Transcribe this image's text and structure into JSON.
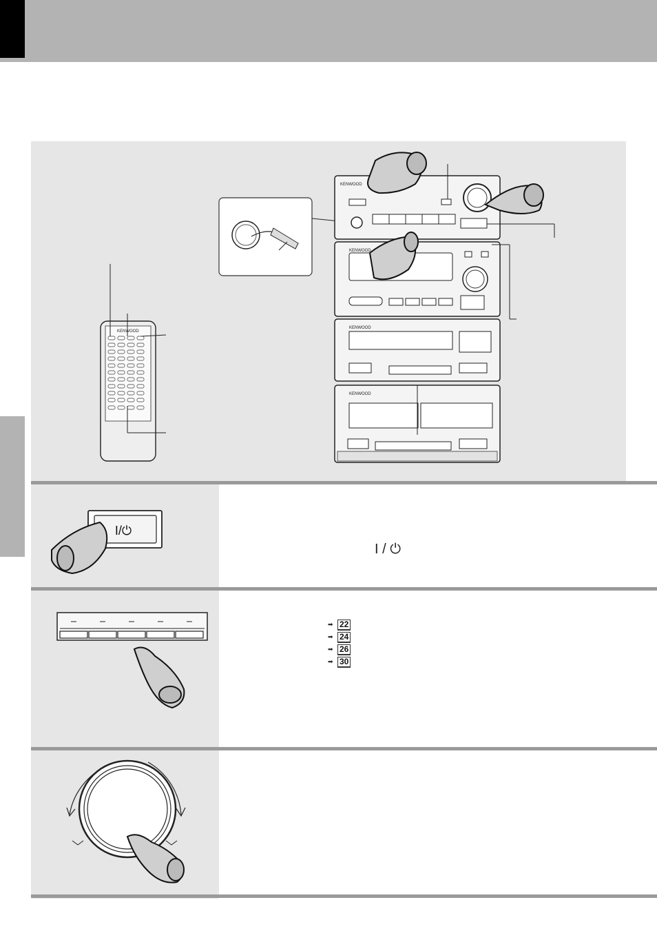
{
  "brand": "KENWOOD",
  "power_symbol": "I / ⏻",
  "page_refs": [
    {
      "arrow": "➡",
      "page": "22"
    },
    {
      "arrow": "➡",
      "page": "24"
    },
    {
      "arrow": "➡",
      "page": "26"
    },
    {
      "arrow": "➡",
      "page": "30"
    }
  ],
  "colors": {
    "header_gray": "#b3b3b3",
    "panel_gray": "#e6e6e6",
    "rule_gray": "#9a9a9a",
    "tab_black": "#000000"
  }
}
